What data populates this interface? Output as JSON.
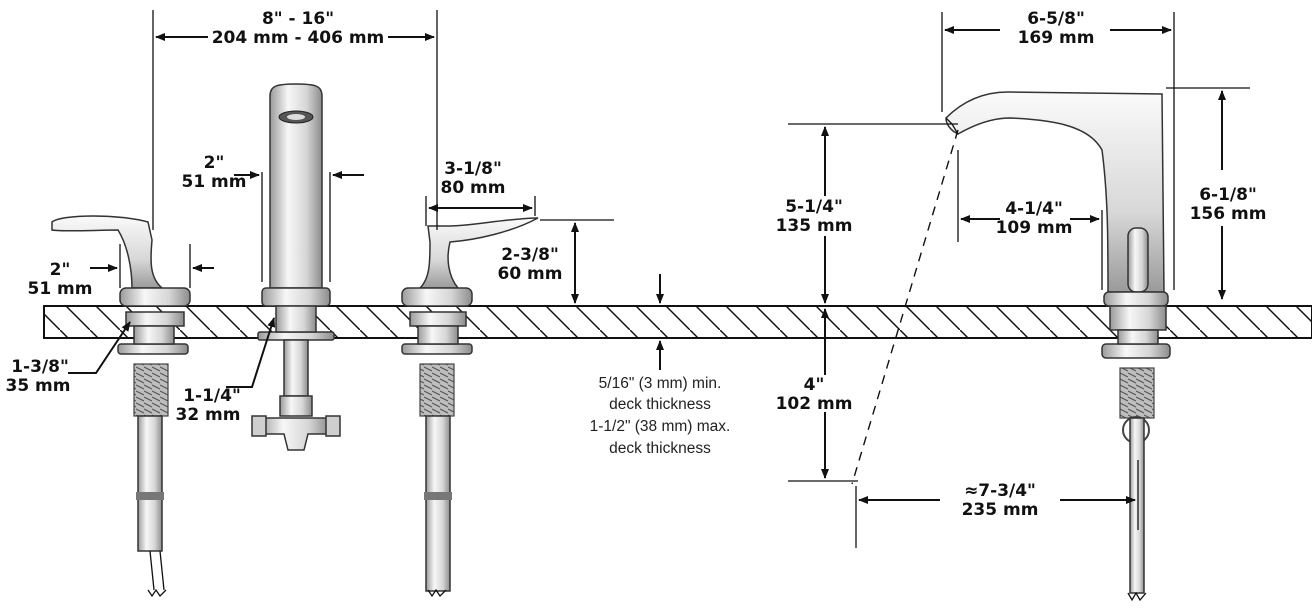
{
  "dimensions": {
    "spread": {
      "imperial": "8\" - 16\"",
      "metric": "204 mm - 406 mm"
    },
    "handle_base_width": {
      "imperial": "2\"",
      "metric": "51 mm"
    },
    "spout_width": {
      "imperial": "2\"",
      "metric": "51 mm"
    },
    "handle_length": {
      "imperial": "3-1/8\"",
      "metric": "80 mm"
    },
    "handle_height": {
      "imperial": "2-3/8\"",
      "metric": "60 mm"
    },
    "handle_shank": {
      "imperial": "1-3/8\"",
      "metric": "35 mm"
    },
    "spout_shank": {
      "imperial": "1-1/4\"",
      "metric": "32 mm"
    },
    "spout_reach_top": {
      "imperial": "6-5/8\"",
      "metric": "169 mm"
    },
    "spout_outlet_height": {
      "imperial": "5-1/4\"",
      "metric": "135 mm"
    },
    "spout_reach": {
      "imperial": "4-1/4\"",
      "metric": "109 mm"
    },
    "spout_height": {
      "imperial": "6-1/8\"",
      "metric": "156 mm"
    },
    "below_deck": {
      "imperial": "4\"",
      "metric": "102 mm"
    },
    "swing_reach": {
      "imperial": "≈7-3/4\"",
      "metric": "235 mm"
    }
  },
  "deck_note": {
    "line1": "5/16\" (3 mm) min.",
    "line2": "deck thickness",
    "line3": "1-1/2\" (38 mm) max.",
    "line4": "deck thickness"
  },
  "colors": {
    "metal_light": "#f4f4f4",
    "metal_mid": "#c9c9c9",
    "metal_dark": "#8a8a8a",
    "ink": "#111111"
  }
}
